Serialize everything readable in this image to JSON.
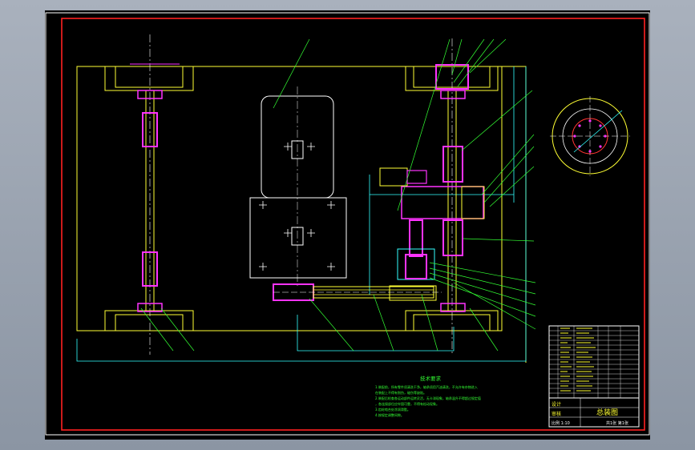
{
  "colors": {
    "background": "#000000",
    "frame_outer": "#ffffff",
    "frame_inner": "#ff2020",
    "border_inner": "#ff2020",
    "yellow": "#ffff33",
    "white": "#ffffff",
    "cyan": "#33ffff",
    "green": "#33ff33",
    "magenta": "#ff33ff",
    "red": "#ff3333"
  },
  "technical_notes": {
    "title": "技术要求",
    "lines": [
      "1.装配前，所有零件须清洗干净，轴承须用汽油清洗，不允许有杂物进入",
      "  在装配上不得有划伤，碰伤等缺陷。",
      "2.装配后检查各运动部件运转灵活，无卡滞现象，轴承温升不得超过规定值",
      "  ，各连接部位应牢固可靠，不得有松动现象。",
      "3.齿轮啮合处涂润滑脂。",
      "4.按规定调整间隙。"
    ]
  },
  "title_block": {
    "drawing_name": "总装图",
    "scale_text": "比例 1:10",
    "sheet_text": "共1张 第1张",
    "drawn_label": "设计",
    "checked_label": "审核"
  }
}
